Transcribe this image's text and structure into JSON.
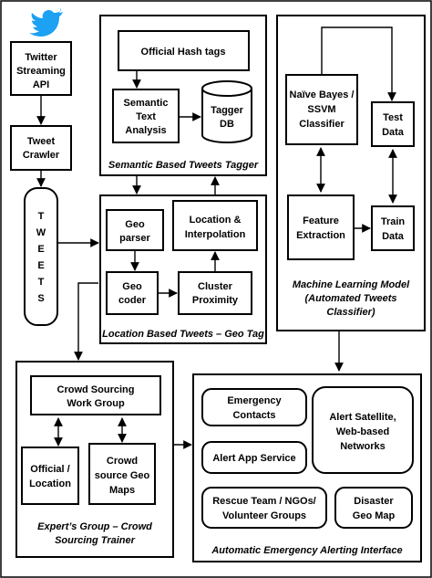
{
  "logo": {
    "name": "twitter-bird-logo",
    "color": "#1DA1F2"
  },
  "nodes": {
    "twitter_api": [
      "Twitter",
      "Streaming",
      "API"
    ],
    "tweet_crawler": [
      "Tweet",
      "Crawler"
    ],
    "tweets": [
      "T",
      "W",
      "E",
      "E",
      "T",
      "S"
    ],
    "official_hashtags": [
      "Official Hash tags"
    ],
    "semantic_text_analysis": [
      "Semantic",
      "Text",
      "Analysis"
    ],
    "tagger_db": [
      "Tagger",
      "DB"
    ],
    "semantic_group_label": "Semantic Based Tweets Tagger",
    "geo_parser": [
      "Geo",
      "parser"
    ],
    "location_interpolation": [
      "Location &",
      "Interpolation"
    ],
    "geo_coder": [
      "Geo",
      "coder"
    ],
    "cluster_proximity": [
      "Cluster",
      "Proximity"
    ],
    "location_group_label": "Location Based Tweets – Geo Tag",
    "naive_bayes": [
      "Naïve Bayes /",
      "SSVM",
      "Classifier"
    ],
    "test_data": [
      "Test",
      "Data"
    ],
    "feature_extraction": [
      "Feature",
      "Extraction"
    ],
    "train_data": [
      "Train",
      "Data"
    ],
    "ml_group_label": [
      "Machine Learning Model",
      "(Automated Tweets",
      "Classifier)"
    ],
    "crowd_sourcing": [
      "Crowd Sourcing",
      "Work Group"
    ],
    "official_location": [
      "Official /",
      "Location"
    ],
    "crowd_geo_maps": [
      "Crowd",
      "source Geo",
      "Maps"
    ],
    "expert_group_label": [
      "Expert’s Group – Crowd",
      "Sourcing Trainer"
    ],
    "emergency_contacts": [
      "Emergency",
      "Contacts"
    ],
    "alert_satellite": [
      "Alert Satellite,",
      "Web-based",
      "Networks"
    ],
    "alert_app_service": [
      "Alert App Service"
    ],
    "rescue_team": [
      "Rescue Team / NGOs/",
      "Volunteer Groups"
    ],
    "disaster_geo_map": [
      "Disaster",
      "Geo Map"
    ],
    "alert_group_label": "Automatic Emergency Alerting Interface"
  }
}
